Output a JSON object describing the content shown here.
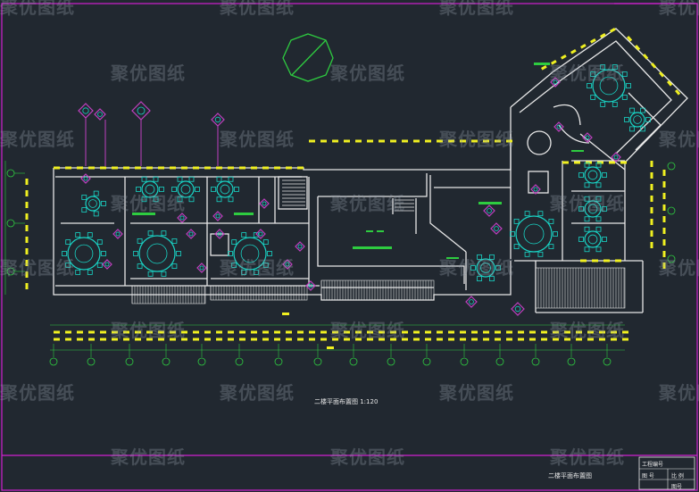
{
  "drawing": {
    "plan_title": "二楼平面布置图 1:120",
    "sheet_title": "二楼平面布置图",
    "title_block": {
      "header": "工程编号",
      "rows": [
        "图 号",
        "比 例",
        "图号"
      ]
    }
  },
  "watermark": {
    "text": "聚优图纸"
  },
  "colors": {
    "background": "#212830",
    "border": "#d020d0",
    "wall": "#e8e8e8",
    "furniture": "#19d5c6",
    "window": "#f0f020",
    "fixture": "#c040c0",
    "grid": "#2ecc40",
    "green_text": "#2ecc40"
  }
}
